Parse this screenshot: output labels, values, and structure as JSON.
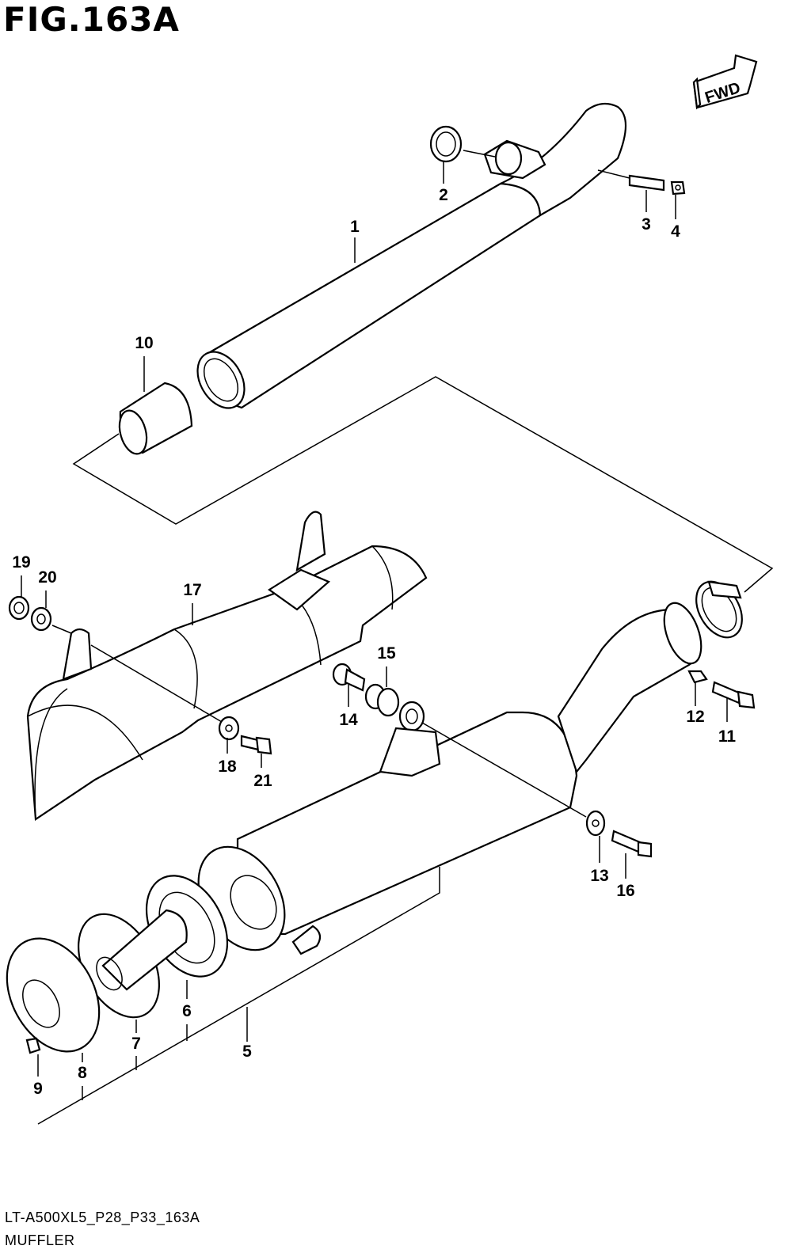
{
  "figure": {
    "title": "FIG.163A",
    "fwd_label": "FWD",
    "model_code": "LT-A500XL5_P28_P33_163A",
    "section_name": "MUFFLER"
  },
  "callouts": [
    "1",
    "2",
    "3",
    "4",
    "5",
    "6",
    "7",
    "8",
    "9",
    "10",
    "11",
    "12",
    "13",
    "14",
    "15",
    "16",
    "17",
    "18",
    "19",
    "20",
    "21"
  ],
  "colors": {
    "line": "#000000",
    "background": "#ffffff"
  }
}
